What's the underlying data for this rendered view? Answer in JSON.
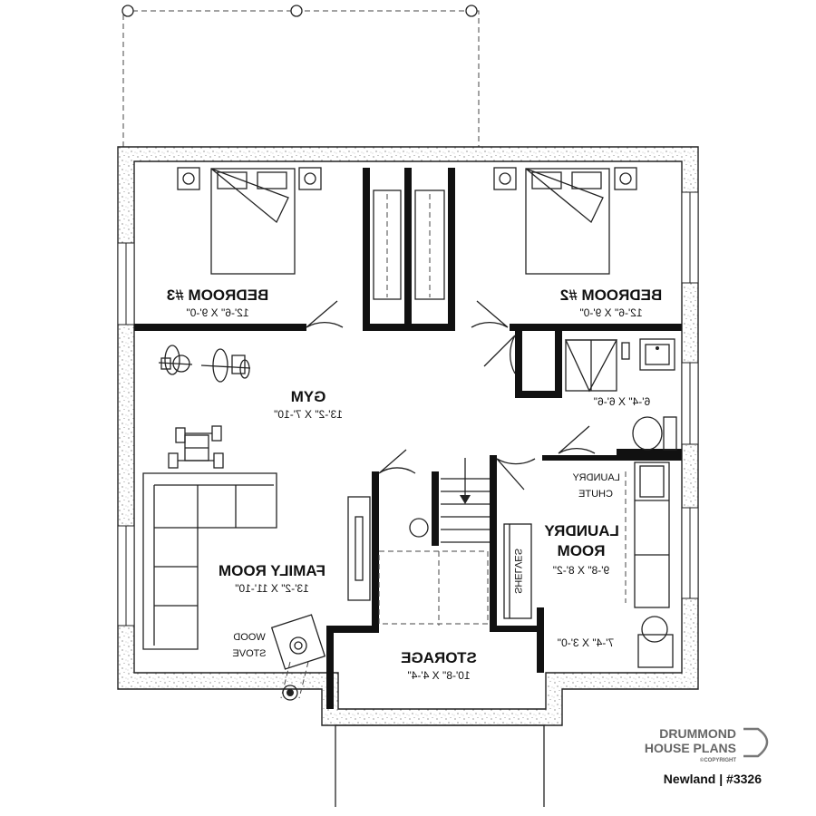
{
  "rooms": {
    "bedroom3": {
      "name": "BEDROOM #3",
      "dim": "12'-6\" X 9'-0\""
    },
    "bedroom2": {
      "name": "BEDROOM #2",
      "dim": "12'-6\" X 9'-0\""
    },
    "gym": {
      "name": "GYM",
      "dim": "13'-2\" X 7'-10\""
    },
    "bathroom": {
      "dim": "6'-4\" X 6'-6\""
    },
    "family_room": {
      "name": "FAMILY ROOM",
      "dim": "13'-2\" X 11'-10\""
    },
    "laundry_room": {
      "name_line1": "LAUNDRY",
      "name_line2": "ROOM",
      "dim": "9'-8\" X 8'-2\""
    },
    "storage": {
      "name": "STORAGE",
      "dim": "10'-8\" X 4'-4\""
    },
    "closet": {
      "dim": "7'-4\" X 3'-0\""
    }
  },
  "annotations": {
    "laundry_chute_line1": "LAUNDRY",
    "laundry_chute_line2": "CHUTE",
    "shelves": "SHELVES",
    "wood_stove_line1": "WOOD",
    "wood_stove_line2": "STOVE"
  },
  "branding": {
    "logo_line1": "DRUMMOND",
    "logo_line2": "HOUSE PLANS",
    "logo_copyright": "©COPYRIGHT",
    "caption": "Newland | #3326"
  }
}
